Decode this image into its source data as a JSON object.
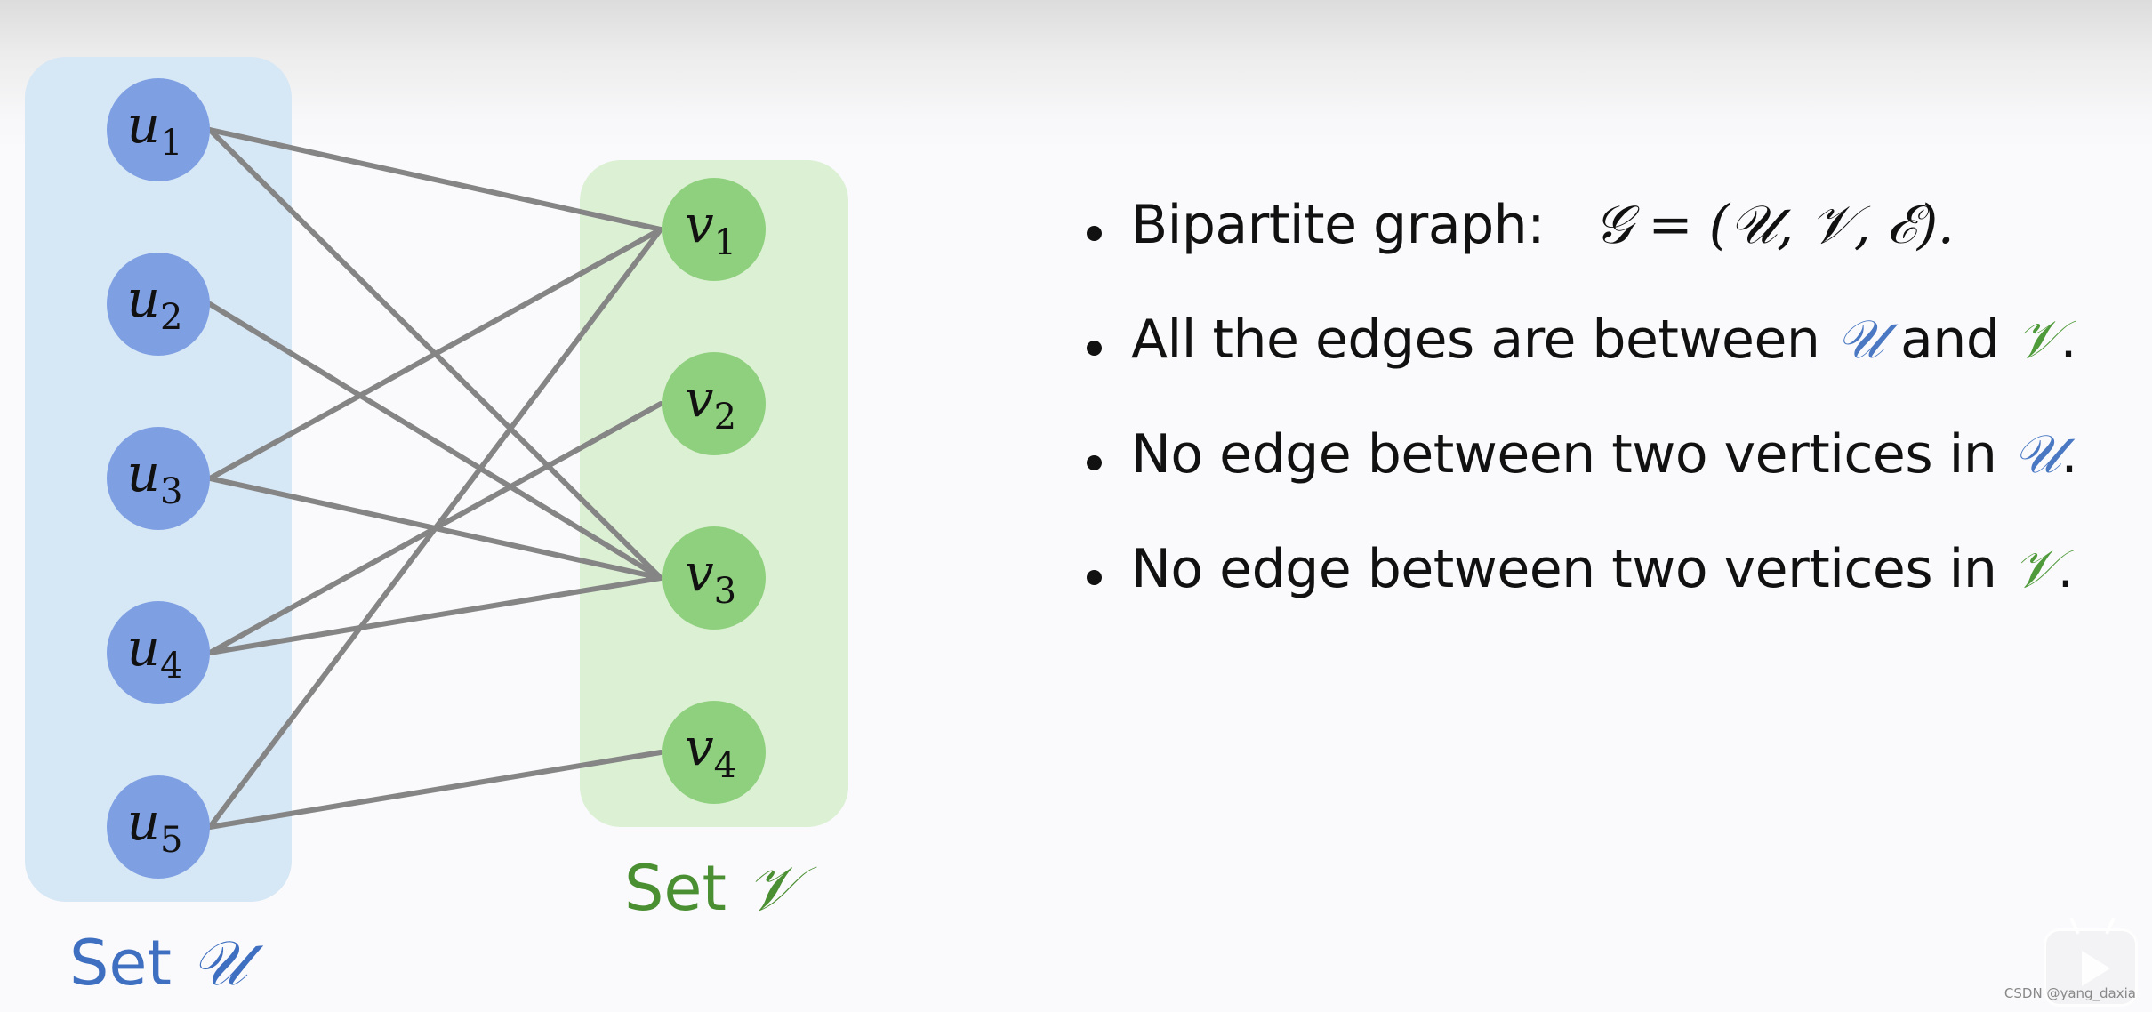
{
  "diagram": {
    "set_u": {
      "label_prefix": "Set ",
      "symbol": "𝒰",
      "nodes": [
        {
          "id": "u1",
          "base": "u",
          "sub": "1"
        },
        {
          "id": "u2",
          "base": "u",
          "sub": "2"
        },
        {
          "id": "u3",
          "base": "u",
          "sub": "3"
        },
        {
          "id": "u4",
          "base": "u",
          "sub": "4"
        },
        {
          "id": "u5",
          "base": "u",
          "sub": "5"
        }
      ]
    },
    "set_v": {
      "label_prefix": "Set ",
      "symbol": "𝒱",
      "nodes": [
        {
          "id": "v1",
          "base": "v",
          "sub": "1"
        },
        {
          "id": "v2",
          "base": "v",
          "sub": "2"
        },
        {
          "id": "v3",
          "base": "v",
          "sub": "3"
        },
        {
          "id": "v4",
          "base": "v",
          "sub": "4"
        }
      ]
    },
    "edges": [
      [
        "u1",
        "v1"
      ],
      [
        "u1",
        "v3"
      ],
      [
        "u2",
        "v3"
      ],
      [
        "u3",
        "v1"
      ],
      [
        "u3",
        "v3"
      ],
      [
        "u4",
        "v2"
      ],
      [
        "u4",
        "v3"
      ],
      [
        "u5",
        "v1"
      ],
      [
        "u5",
        "v4"
      ]
    ],
    "colors": {
      "u_node": "#7f9fe3",
      "u_panel": "#d6e7f5",
      "v_node": "#8fd07e",
      "v_panel": "#dcf0d4",
      "edge": "#858585",
      "u_text": "#3f6fc0",
      "v_text": "#4b8f33"
    }
  },
  "bullets": [
    {
      "text": "Bipartite graph:",
      "math": "𝒢 = (𝒰, 𝒱, ℰ)."
    },
    {
      "before": "All the edges are between ",
      "u": "𝒰",
      "mid": " and ",
      "v": "𝒱",
      "after": "."
    },
    {
      "before": "No edge between two vertices in ",
      "sym": "𝒰",
      "after": "."
    },
    {
      "before": "No edge between two vertices in ",
      "sym": "𝒱",
      "after": "."
    }
  ],
  "watermark": "CSDN @yang_daxia",
  "icons": {
    "play": "play-button-icon"
  }
}
